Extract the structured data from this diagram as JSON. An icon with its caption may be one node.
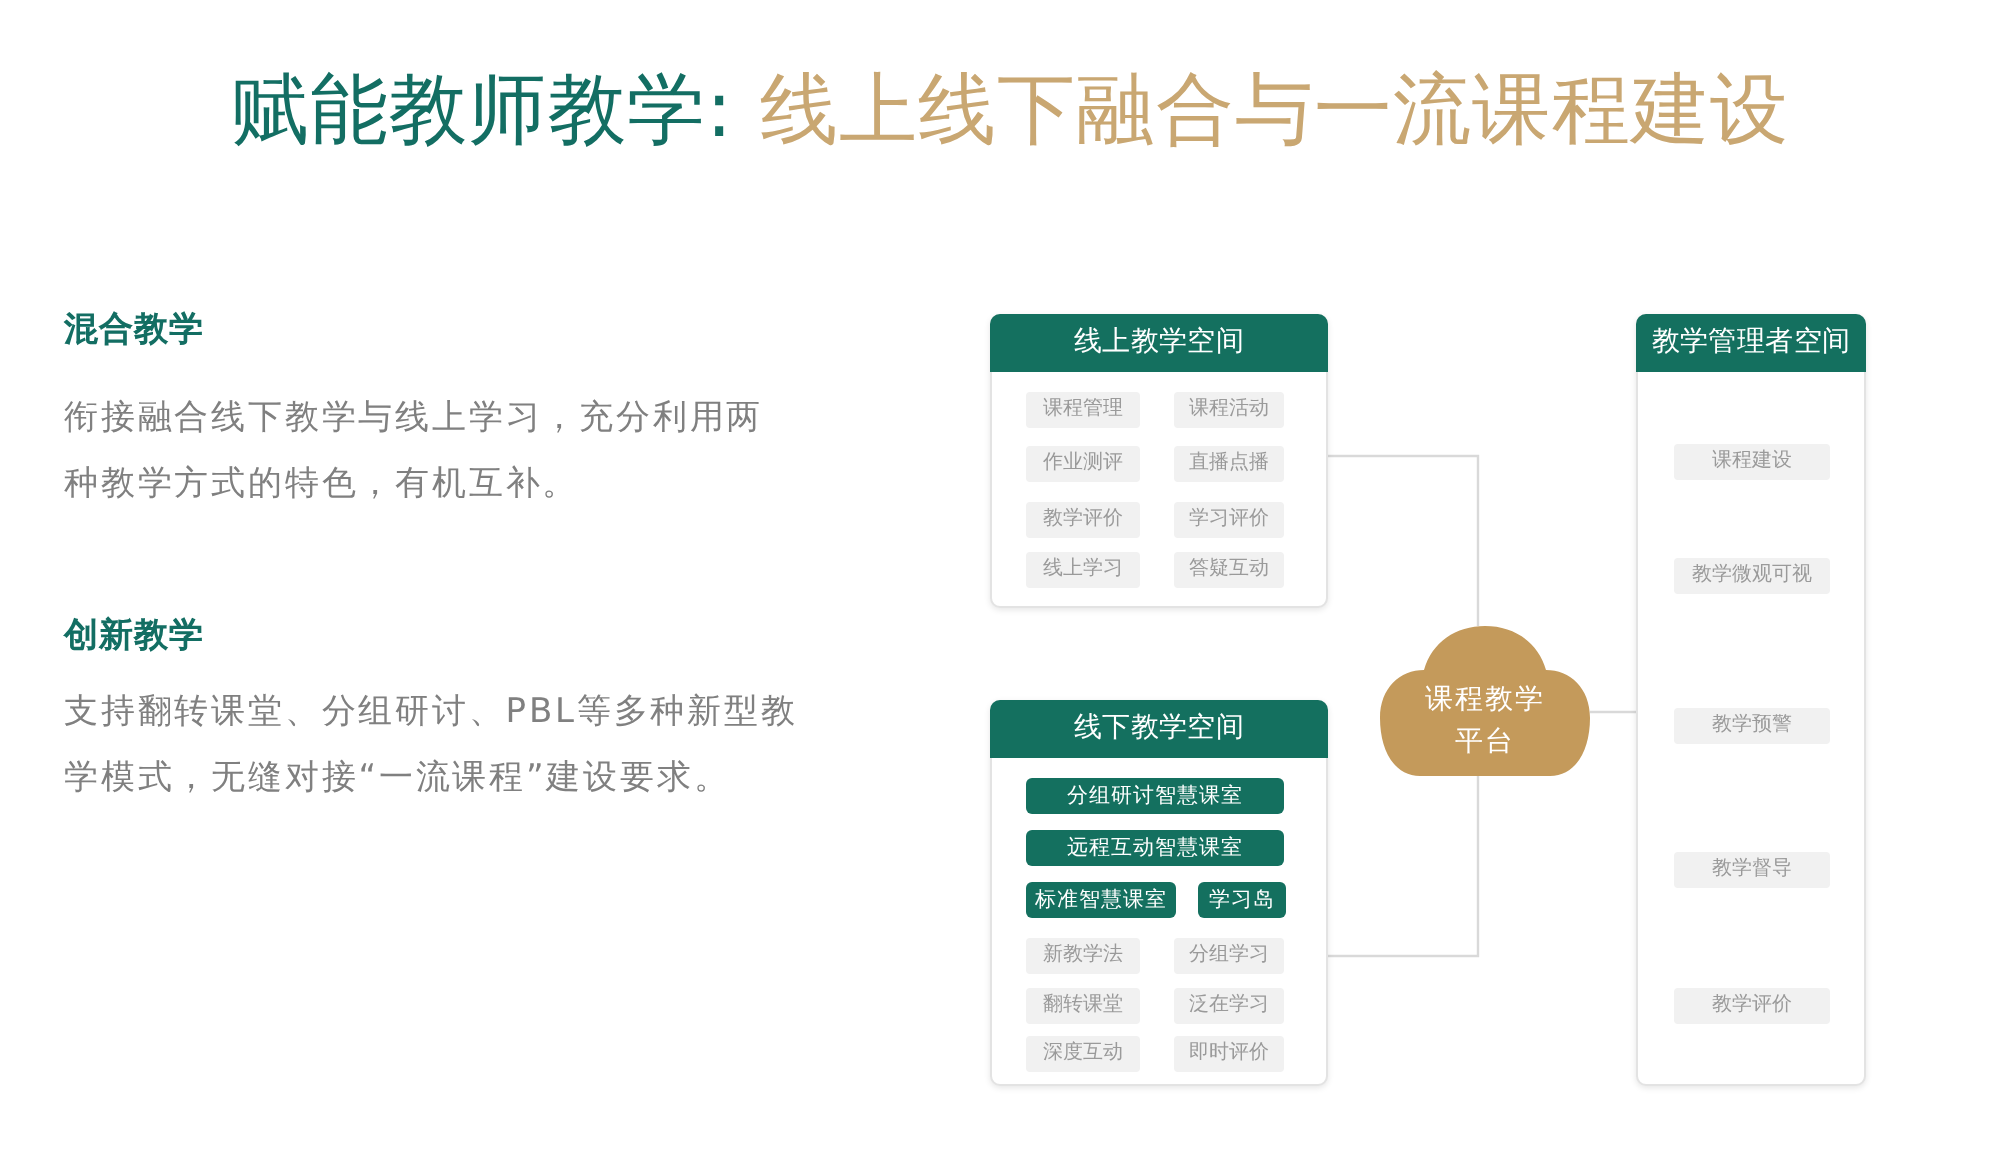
{
  "diagram": {
    "title": "赋能教师教学: 线上线下融合与一流课程建设",
    "nodes": [
      {
        "text": [
          "线上教学空间"
        ]
      },
      {
        "text": [
          "课程管理"
        ],
        "in": 0
      },
      {
        "text": [
          "课程活动"
        ],
        "in": 0
      },
      {
        "text": [
          "作业测评"
        ],
        "in": 0
      },
      {
        "text": [
          "直播点播"
        ],
        "in": 0
      },
      {
        "text": [
          "教学评价"
        ],
        "in": 0
      },
      {
        "text": [
          "学习评价"
        ],
        "in": 0
      },
      {
        "text": [
          "线上学习"
        ],
        "in": 0
      },
      {
        "text": [
          "答疑互动"
        ],
        "in": 0
      },
      {
        "text": [
          "线下教学空间"
        ]
      },
      {
        "text": [
          "分组研讨智慧课室"
        ],
        "in": 9
      },
      {
        "text": [
          "远程互动智慧课室"
        ],
        "in": 9
      },
      {
        "text": [
          "标准智慧课室"
        ],
        "in": 9
      },
      {
        "text": [
          "学习岛"
        ],
        "in": 9
      },
      {
        "text": [
          "新教学法"
        ],
        "in": 9
      },
      {
        "text": [
          "分组学习"
        ],
        "in": 9
      },
      {
        "text": [
          "翻转课堂"
        ],
        "in": 9
      },
      {
        "text": [
          "泛在学习"
        ],
        "in": 9
      },
      {
        "text": [
          "深度互动"
        ],
        "in": 9
      },
      {
        "text": [
          "即时评价"
        ],
        "in": 9
      },
      {
        "text": [
          "课程教学平台"
        ]
      },
      {
        "text": [
          "教学管理者空间"
        ]
      },
      {
        "text": [
          "课程建设"
        ],
        "in": 21
      },
      {
        "text": [
          "教学微观可视"
        ],
        "in": 21
      },
      {
        "text": [
          "教学预警"
        ],
        "in": 21
      },
      {
        "text": [
          "教学督导"
        ],
        "in": 21
      },
      {
        "text": [
          "教学评价"
        ],
        "in": 21
      }
    ],
    "edges": [
      {
        "from": 0,
        "to": 20,
        "arrow": "none"
      },
      {
        "from": 9,
        "to": 20,
        "arrow": "none"
      },
      {
        "from": 20,
        "to": 21,
        "arrow": "none"
      }
    ],
    "labels": [
      "混合教学",
      "衔接融合线下教学与线上学习，充分利用两种教学方式的特色，有机互补。",
      "创新教学",
      "支持翻转课堂、分组研讨、PBL等多种新型教学模式，无缝对接“一流课程”建设要求。"
    ]
  }
}
